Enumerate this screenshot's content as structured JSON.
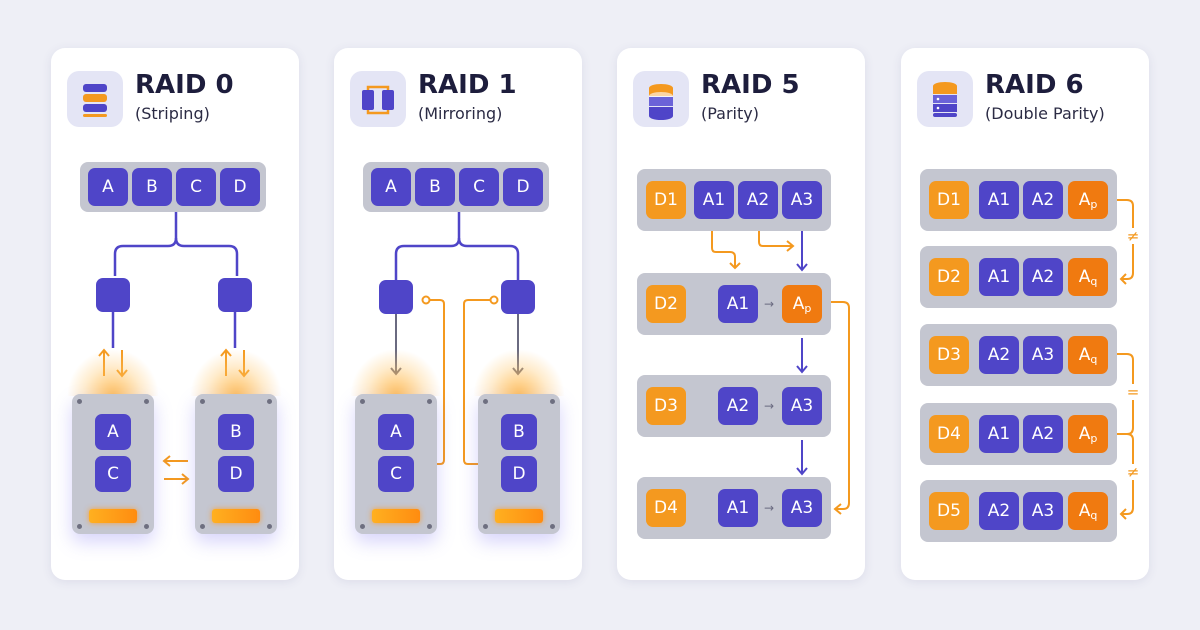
{
  "colors": {
    "primary": "#4f45c8",
    "accent": "#f4991f",
    "tray": "#c4c6d0",
    "card": "#ffffff"
  },
  "raid0": {
    "title": "RAID 0",
    "subtitle": "(Striping)",
    "icon": "stacked-disks-icon",
    "data_blocks": [
      "A",
      "B",
      "C",
      "D"
    ],
    "disk1_blocks": [
      "A",
      "C"
    ],
    "disk2_blocks": [
      "B",
      "D"
    ]
  },
  "raid1": {
    "title": "RAID 1",
    "subtitle": "(Mirroring)",
    "icon": "mirror-disks-icon",
    "data_blocks": [
      "A",
      "B",
      "C",
      "D"
    ],
    "disk1_blocks": [
      "A",
      "C"
    ],
    "disk2_blocks": [
      "B",
      "D"
    ]
  },
  "raid5": {
    "title": "RAID 5",
    "subtitle": "(Parity)",
    "icon": "database-icon",
    "rows": [
      {
        "drive": "D1",
        "cells": [
          "A1",
          "A2",
          "A3"
        ]
      },
      {
        "drive": "D2",
        "cells": [
          "A1",
          "Ap"
        ]
      },
      {
        "drive": "D3",
        "cells": [
          "A2",
          "A3"
        ]
      },
      {
        "drive": "D4",
        "cells": [
          "A1",
          "A3"
        ]
      }
    ]
  },
  "raid6": {
    "title": "RAID 6",
    "subtitle": "(Double Parity)",
    "icon": "database-icon",
    "rows": [
      {
        "drive": "D1",
        "cells": [
          "A1",
          "A2",
          "Ap"
        ]
      },
      {
        "drive": "D2",
        "cells": [
          "A1",
          "A2",
          "Aq"
        ]
      },
      {
        "drive": "D3",
        "cells": [
          "A2",
          "A3",
          "Aq"
        ]
      },
      {
        "drive": "D4",
        "cells": [
          "A1",
          "A2",
          "Ap"
        ]
      },
      {
        "drive": "D5",
        "cells": [
          "A2",
          "A3",
          "Aq"
        ]
      }
    ],
    "relations": [
      "≠",
      "=",
      "≠"
    ]
  }
}
